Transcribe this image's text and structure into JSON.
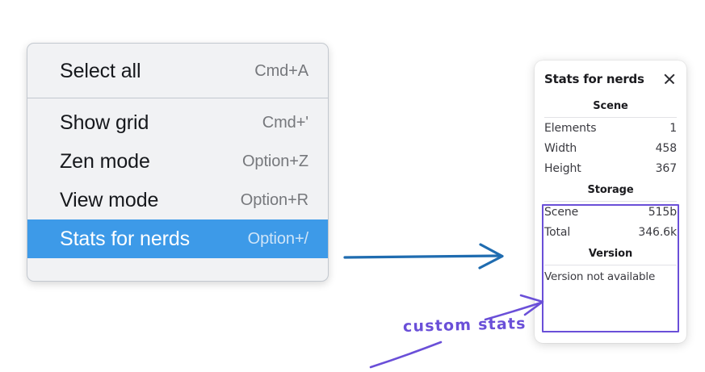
{
  "colors": {
    "menu_background": "#f1f2f4",
    "menu_border": "#c3c8cf",
    "menu_selected": "#3d9ae8",
    "annotation_purple": "#6a4fd8",
    "arrow_blue": "#1f6cb0",
    "panel_background": "#ffffff"
  },
  "context_menu": {
    "groups": [
      {
        "items": [
          {
            "label": "Select all",
            "shortcut": "Cmd+A",
            "selected": false
          }
        ]
      },
      {
        "items": [
          {
            "label": "Show grid",
            "shortcut": "Cmd+'",
            "selected": false
          },
          {
            "label": "Zen mode",
            "shortcut": "Option+Z",
            "selected": false
          },
          {
            "label": "View mode",
            "shortcut": "Option+R",
            "selected": false
          },
          {
            "label": "Stats for nerds",
            "shortcut": "Option+/",
            "selected": true
          }
        ]
      }
    ]
  },
  "stats_panel": {
    "title": "Stats for nerds",
    "close_icon": "close-icon",
    "sections": [
      {
        "heading": "Scene",
        "rows": [
          {
            "key": "Elements",
            "value": "1"
          },
          {
            "key": "Width",
            "value": "458"
          },
          {
            "key": "Height",
            "value": "367"
          }
        ]
      },
      {
        "heading": "Storage",
        "rows": [
          {
            "key": "Scene",
            "value": "515b"
          },
          {
            "key": "Total",
            "value": "346.6k"
          }
        ]
      },
      {
        "heading": "Version",
        "note": "Version not available",
        "rows": []
      }
    ]
  },
  "annotations": {
    "custom_stats_label": "custom stats",
    "flow_arrow": "arrow-menu-to-panel",
    "callout_arrow": "arrow-label-to-highlight"
  }
}
